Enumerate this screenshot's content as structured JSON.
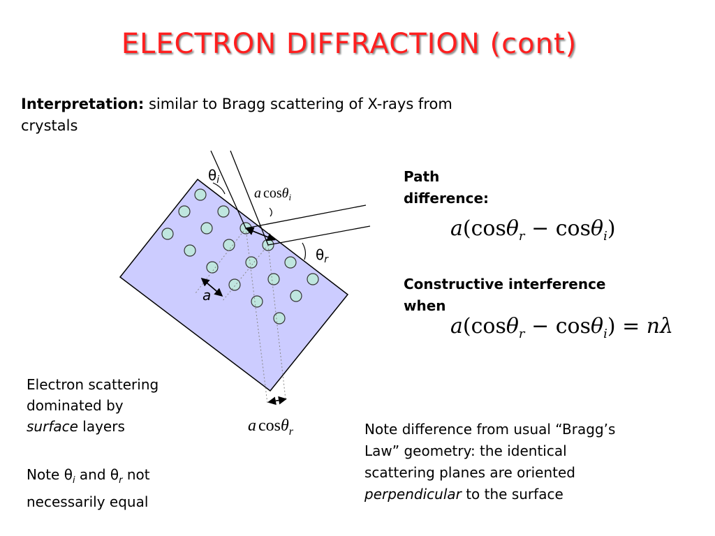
{
  "slide": {
    "title": "ELECTRON  DIFFRACTION  (cont)",
    "interpretation": {
      "label": "Interpretation:",
      "text": " similar to Bragg scattering of X-rays from",
      "text2": "crystals"
    },
    "path_difference": {
      "line1": "Path",
      "line2": "difference:",
      "formula": {
        "a": "a",
        "open": "(cos",
        "theta": "θ",
        "r": "r",
        "minus": " − cos",
        "i": "i",
        "close": ")"
      }
    },
    "constructive": {
      "line1": "Constructive interference",
      "line2": "when",
      "formula": {
        "a": "a",
        "open": "(cos",
        "theta": "θ",
        "r": "r",
        "minus": " − cos",
        "i": "i",
        "close": ")",
        "eq": " = ",
        "n": "n",
        "lambda": "λ"
      }
    },
    "electron_note": {
      "line1": "Electron scattering",
      "line2": "dominated by",
      "line3_em": "surface",
      "line3_rest": " layers"
    },
    "theta_note": {
      "t1": "Note θ",
      "i": "i",
      "and": " and θ",
      "r": "r",
      "rest": " not",
      "line2": "necessarily equal"
    },
    "bragg_note": {
      "line1": "Note difference from usual “Bragg’s",
      "line2": "Law” geometry: the identical",
      "line3": "scattering planes are oriented",
      "line4_em": "perpendicular",
      "line4_rest": " to the surface"
    },
    "diagram": {
      "theta": "θ",
      "sub_i": "i",
      "sub_r": "r",
      "a_label": "a",
      "acos": "a",
      "cos": "cos",
      "colors": {
        "crystal_fill": "#ccccff",
        "atom_fill": "#bfe6df",
        "title": "#ff1f1f"
      }
    }
  }
}
